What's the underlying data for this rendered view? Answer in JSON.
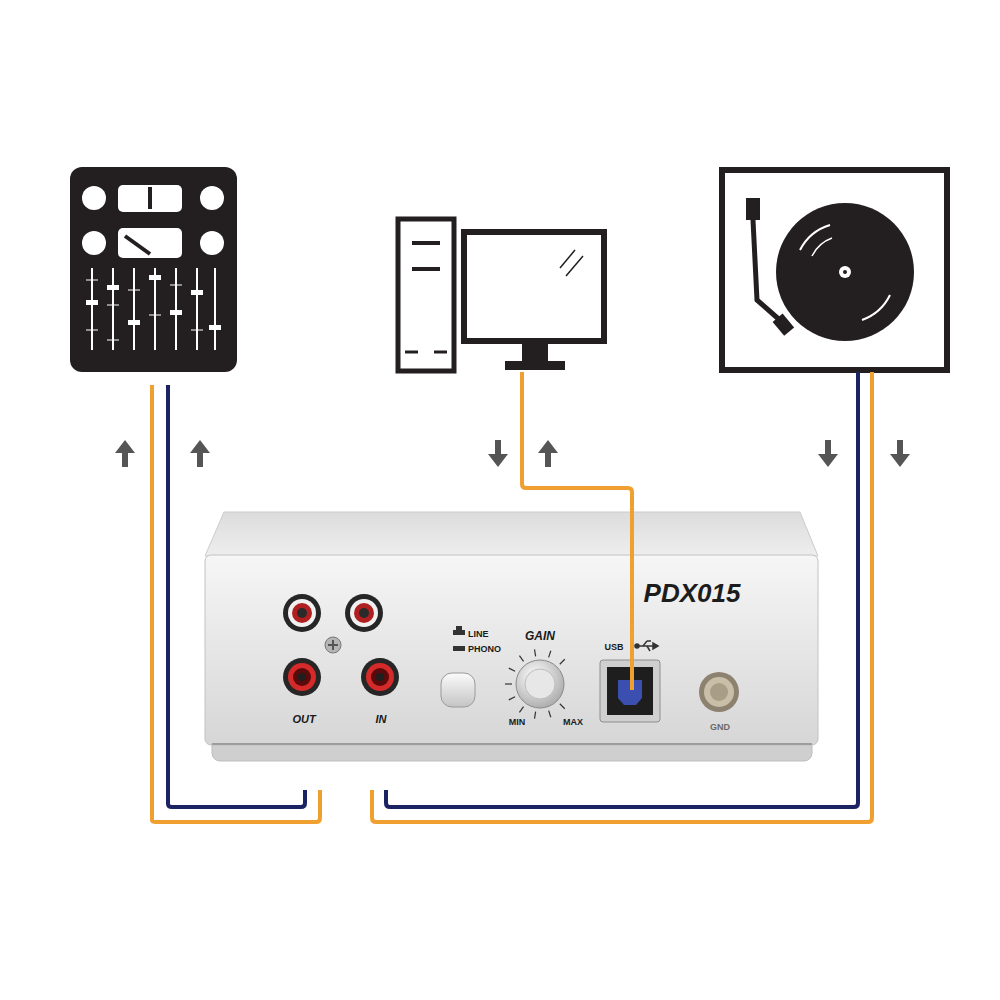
{
  "diagram": {
    "nodes": [
      {
        "text": [
          "OUT",
          "IN",
          "LINE",
          "PHONO",
          "GAIN",
          "MIN",
          "MAX",
          "USB",
          "PDX015",
          "GND"
        ]
      }
    ]
  }
}
